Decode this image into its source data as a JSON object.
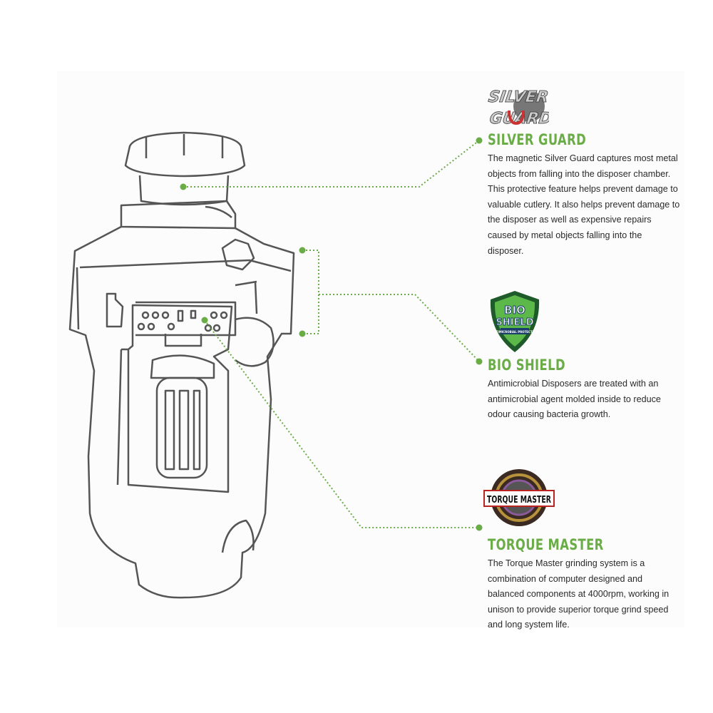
{
  "features": [
    {
      "logo_text": [
        "SILVER",
        "GUARD"
      ],
      "title": "SILVER GUARD",
      "body": "The magnetic Silver Guard captures most metal objects from falling into the disposer chamber. This protective feature helps prevent damage to valuable cutlery. It also helps prevent damage to the disposer as well as expensive repairs caused by metal objects falling into the disposer."
    },
    {
      "logo_text": [
        "BIO",
        "SHIELD",
        "ANTIMICROBIAL PROTECTION"
      ],
      "title": "BIO SHIELD",
      "body": "Antimicrobial Disposers are treated with an antimicrobial agent molded inside to reduce odour causing bacteria growth."
    },
    {
      "logo_text": [
        "TORQUE MASTER"
      ],
      "title": "TORQUE MASTER",
      "body": "The Torque Master grinding system is a combination of computer designed and balanced components at 4000rpm, working in unison to provide superior torque grind speed and long system life."
    }
  ],
  "colors": {
    "accent": "#6aac46",
    "outline": "#555555",
    "text": "#2a2a2a"
  }
}
